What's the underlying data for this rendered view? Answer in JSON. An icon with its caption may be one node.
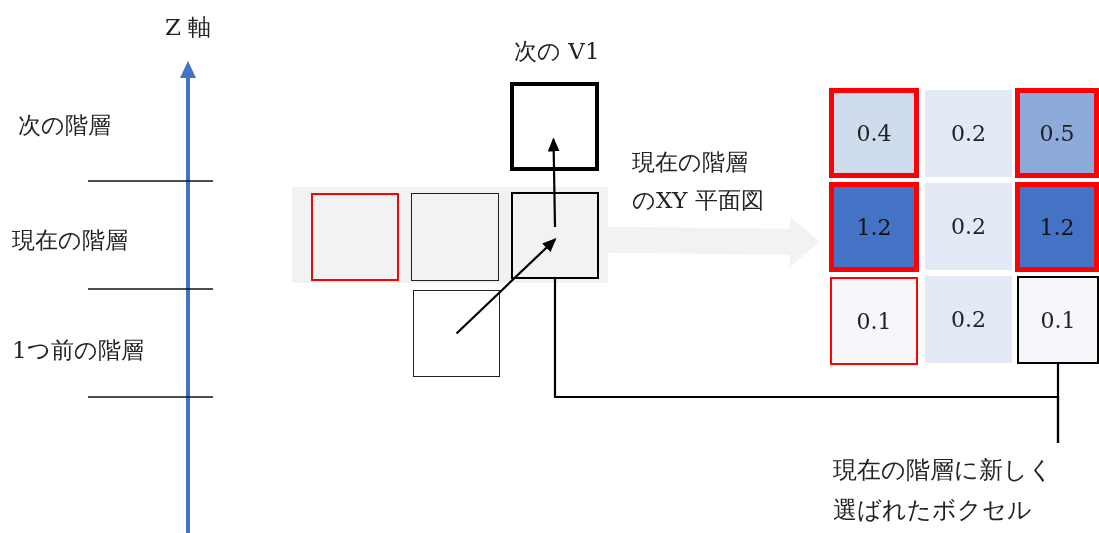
{
  "diagram": {
    "nodes": [
      {
        "text": [],
        "shape": "box"
      },
      {
        "text": [],
        "shape": "box",
        "in": 0
      },
      {
        "text": [],
        "shape": "box",
        "in": 0
      },
      {
        "text": [],
        "shape": "box",
        "in": 0
      },
      {
        "text": [
          "次の V1"
        ]
      },
      {
        "text": [],
        "shape": "box"
      },
      {
        "text": [],
        "shape": "box"
      },
      {
        "text": [
          "0.4"
        ],
        "in": 6
      },
      {
        "text": [
          "0.2"
        ],
        "in": 6
      },
      {
        "text": [
          "0.5"
        ],
        "in": 6
      },
      {
        "text": [
          "1.2"
        ],
        "in": 6
      },
      {
        "text": [
          "0.2"
        ],
        "in": 6
      },
      {
        "text": [
          "1.2"
        ],
        "in": 6
      },
      {
        "text": [
          "0.1"
        ],
        "in": 6
      },
      {
        "text": [
          "0.2"
        ],
        "in": 6
      },
      {
        "text": [
          "0.1"
        ],
        "in": 6
      },
      {
        "text": [
          "現在の階層に新しく選ばれたボクセル"
        ]
      }
    ],
    "edges": [
      {
        "from": 5,
        "to": 3,
        "arrow": "to"
      },
      {
        "from": 3,
        "to": 4,
        "arrow": "to"
      },
      {
        "from": 0,
        "to": 6,
        "arrow": "to",
        "label": "現在の階層のXY 平面図",
        "style": "thick",
        "color": "#f2f2f2"
      },
      {
        "from": 16,
        "to": 3,
        "arrow": "none"
      },
      {
        "from": 16,
        "to": 15,
        "arrow": "none"
      }
    ],
    "labels": [
      "Z 軸",
      "次の階層",
      "現在の階層",
      "1つ前の階層"
    ]
  }
}
